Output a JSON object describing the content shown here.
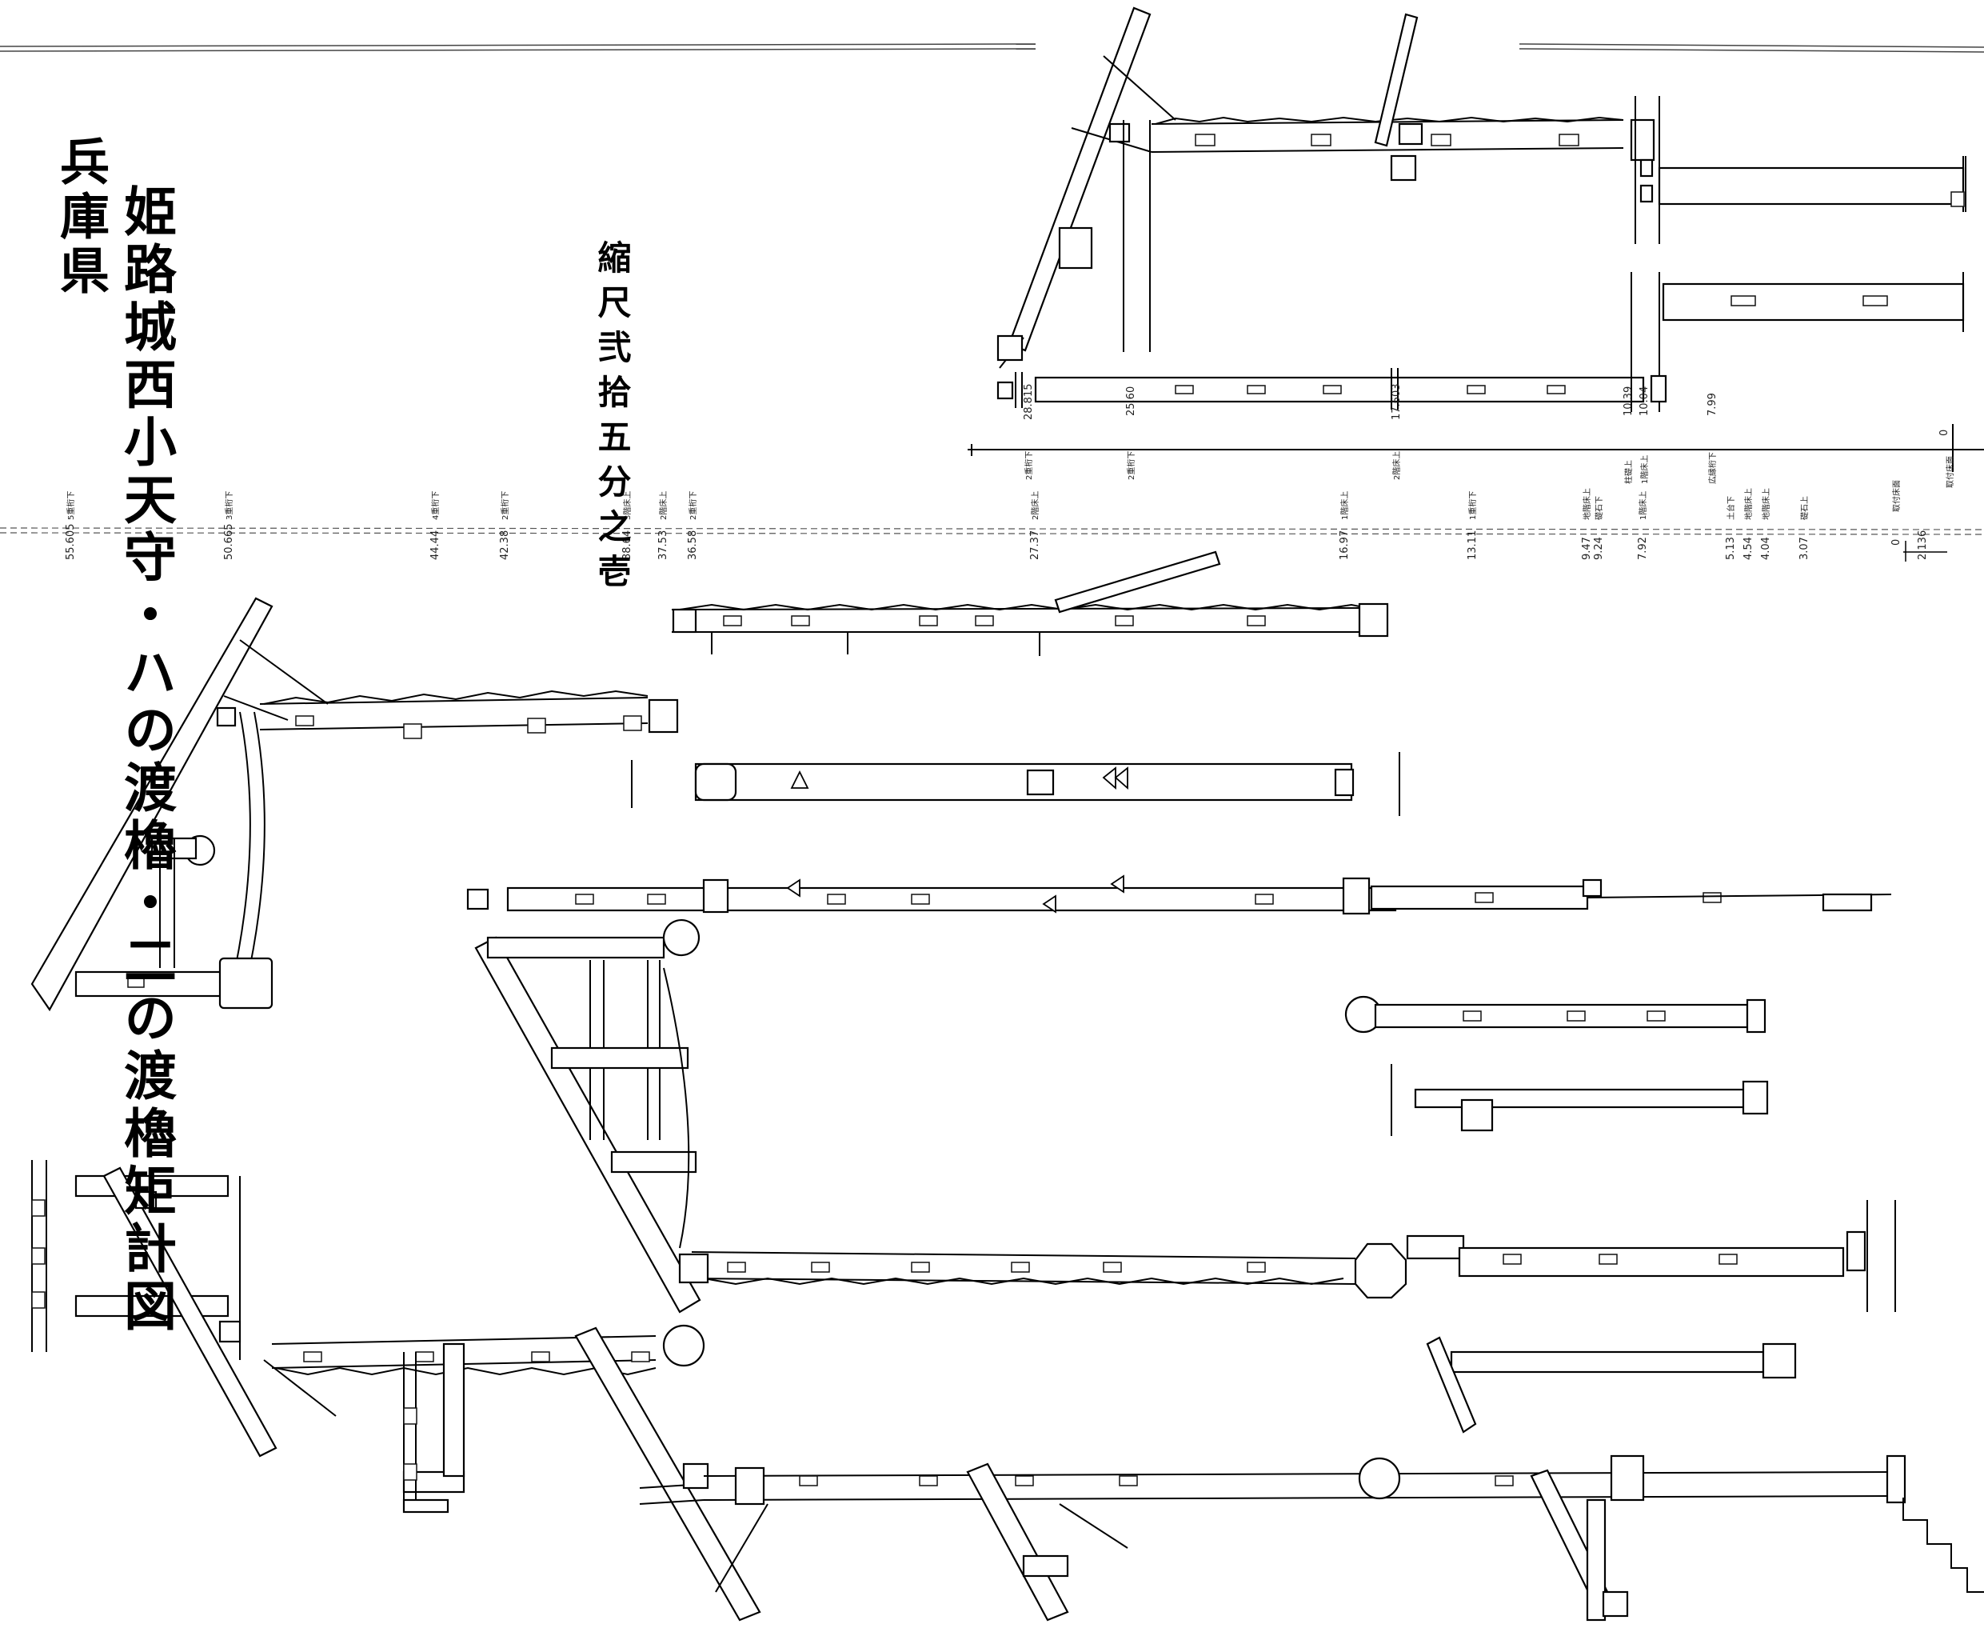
{
  "title": {
    "prefecture": "兵庫県",
    "main": "姫路城西小天守・ハの渡櫓・二の渡櫓矩計図",
    "scale": "縮尺弐拾五分之壱"
  },
  "upper_axis": {
    "values": [
      "28.815",
      "25.60",
      "17.603",
      "10.39",
      "10.04",
      "7.99",
      "0"
    ],
    "labels": [
      "2重桁下",
      "2重桁下",
      "2階床上",
      "柱礎上",
      "1階床上",
      "広縁桁下",
      "取付床面"
    ]
  },
  "lower_axis": {
    "values": [
      "55.605",
      "50.665",
      "44.44",
      "42.38",
      "38.64",
      "37.53",
      "36.58",
      "27.37",
      "16.97",
      "13.11",
      "9.47",
      "9.24",
      "7.92",
      "5.13",
      "4.54",
      "4.04",
      "3.07",
      "0"
    ],
    "labels": [
      "5重桁下",
      "3重桁下",
      "4重桁下",
      "2重桁下",
      "3階床上",
      "2階床上",
      "2重桁下",
      "2階床上",
      "1階床上",
      "1重桁下",
      "地階床上",
      "礎石下",
      "1階床上",
      "土台下",
      "地階床上",
      "地階床上",
      "礎石上",
      "取付床面"
    ],
    "offset": "2.136"
  },
  "colors": {
    "ink": "#000000",
    "paper": "#ffffff",
    "guide": "#555555"
  }
}
